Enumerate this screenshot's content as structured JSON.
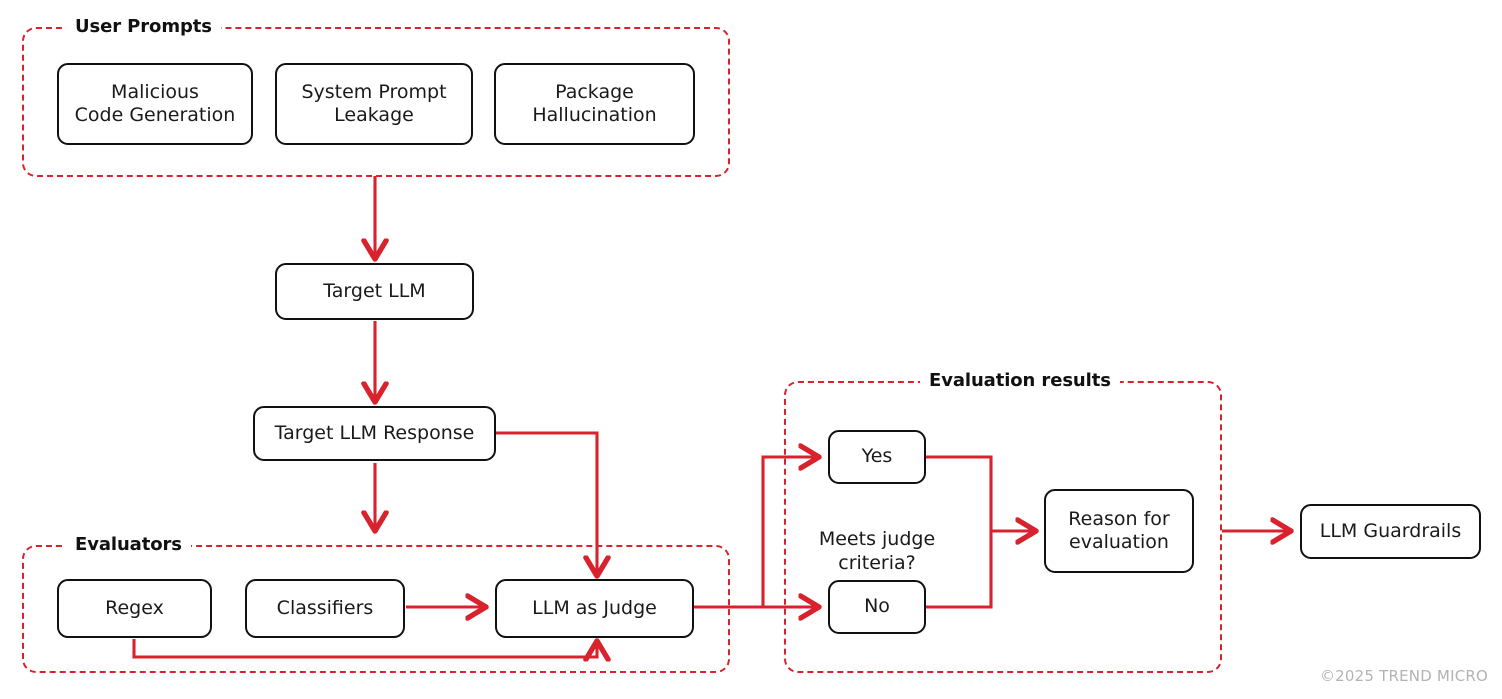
{
  "diagram": {
    "title": "LLM evaluation pipeline flowchart",
    "colors": {
      "accent_red": "#d8232f",
      "node_border": "#111111",
      "background": "#ffffff",
      "copyright_gray": "#b3b3b3"
    }
  },
  "groups": {
    "user_prompts": {
      "label": "User Prompts"
    },
    "evaluators": {
      "label": "Evaluators"
    },
    "evaluation_results": {
      "label": "Evaluation results"
    }
  },
  "nodes": {
    "malicious_code": {
      "label": "Malicious\nCode Generation"
    },
    "system_prompt_leakage": {
      "label": "System Prompt\nLeakage"
    },
    "package_hallucination": {
      "label": "Package\nHallucination"
    },
    "target_llm": {
      "label": "Target LLM"
    },
    "target_llm_response": {
      "label": "Target LLM Response"
    },
    "regex": {
      "label": "Regex"
    },
    "classifiers": {
      "label": "Classifiers"
    },
    "llm_as_judge": {
      "label": "LLM as Judge"
    },
    "yes": {
      "label": "Yes"
    },
    "no": {
      "label": "No"
    },
    "reason_for_evaluation": {
      "label": "Reason for\nevaluation"
    },
    "llm_guardrails": {
      "label": "LLM Guardrails"
    }
  },
  "labels": {
    "meets_judge_criteria": {
      "text": "Meets judge\ncriteria?"
    }
  },
  "footer": {
    "copyright": "©2025 TREND MICRO"
  }
}
